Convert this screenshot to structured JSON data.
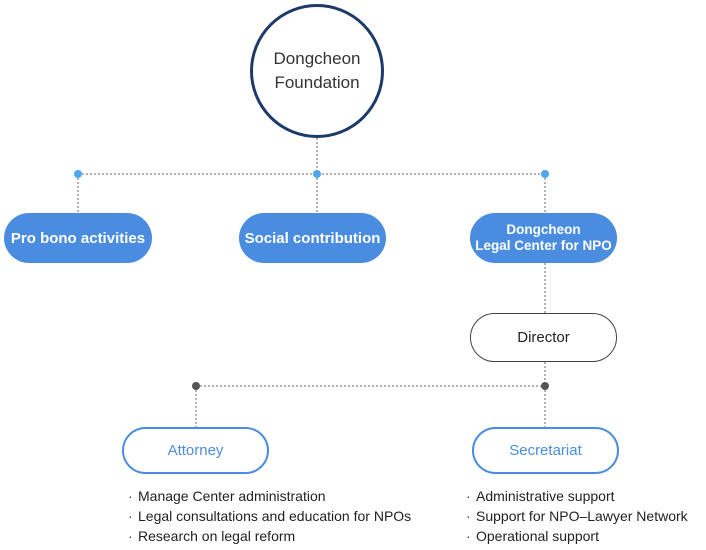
{
  "root": {
    "line1": "Dongcheon",
    "line2": "Foundation"
  },
  "divisions": {
    "pro_bono": "Pro bono activities",
    "social": "Social contribution",
    "legal_center": {
      "line1": "Dongcheon",
      "line2": "Legal Center for NPO"
    }
  },
  "director": "Director",
  "attorney": {
    "title": "Attorney",
    "duties": [
      "Manage Center administration",
      "Legal consultations and education for NPOs",
      "Research on legal reform"
    ]
  },
  "secretariat": {
    "title": "Secretariat",
    "duties": [
      "Administrative support",
      "Support for NPO–Lawyer Network",
      "Operational support"
    ]
  },
  "colors": {
    "navy": "#1d3a6b",
    "blue": "#4a8de0",
    "light_blue_dot": "#4aa8f0",
    "gray_dot": "#555555"
  }
}
